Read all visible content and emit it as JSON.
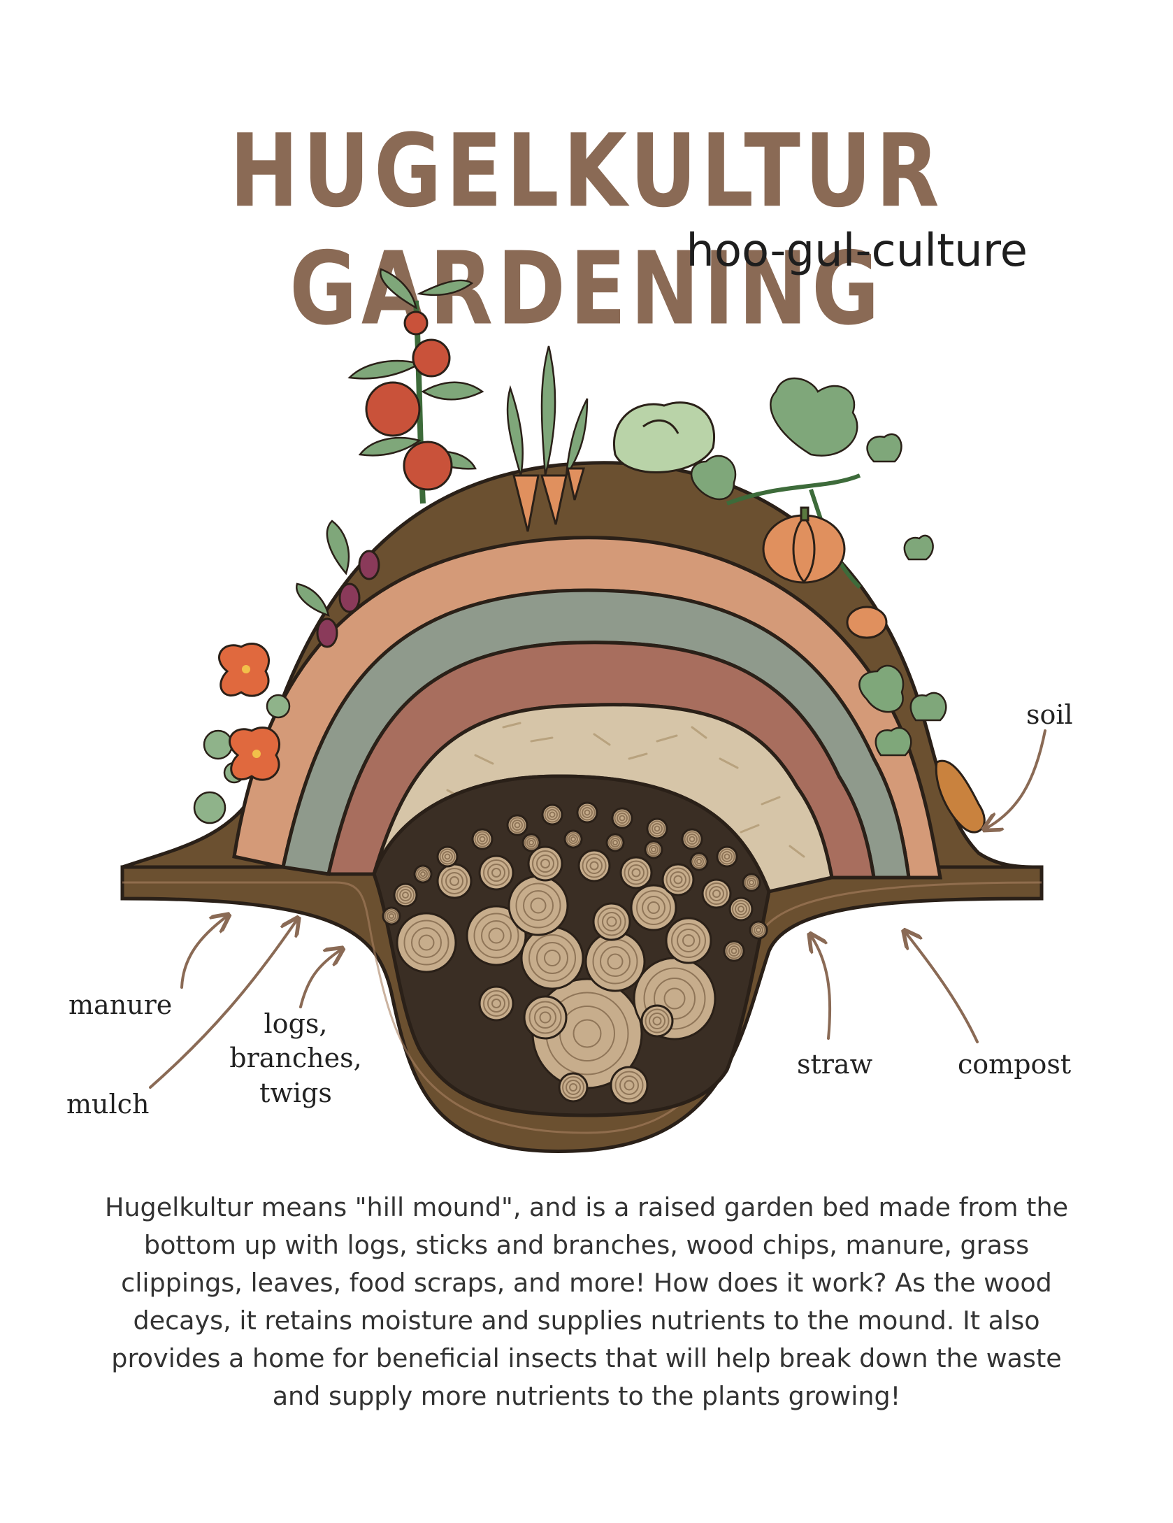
{
  "title": "HUGELKULTUR GARDENING",
  "subtitle": "hoo-gul-culture",
  "labels": {
    "soil": "soil",
    "manure": "manure",
    "mulch": "mulch",
    "logs_line1": "logs,",
    "logs_line2": "branches,",
    "logs_line3": "twigs",
    "straw": "straw",
    "compost": "compost"
  },
  "colors": {
    "soil": "#6b5030",
    "compost": "#d49a78",
    "mulch_layer": "#8f9a8c",
    "manure_layer": "#a86e5e",
    "straw_layer": "#d6c5a8",
    "logs": "#c7ad8c",
    "arrow": "#8a6a55"
  },
  "description": "Hugelkultur means \"hill mound\", and is a raised garden bed made from the bottom up with logs, sticks and branches, wood chips, manure, grass clippings, leaves, food scraps, and more!  How does it work?  As the wood decays, it retains moisture and supplies nutrients to the mound.  It also provides a home for beneficial insects that will help break down the waste and supply more nutrients to the plants growing!"
}
